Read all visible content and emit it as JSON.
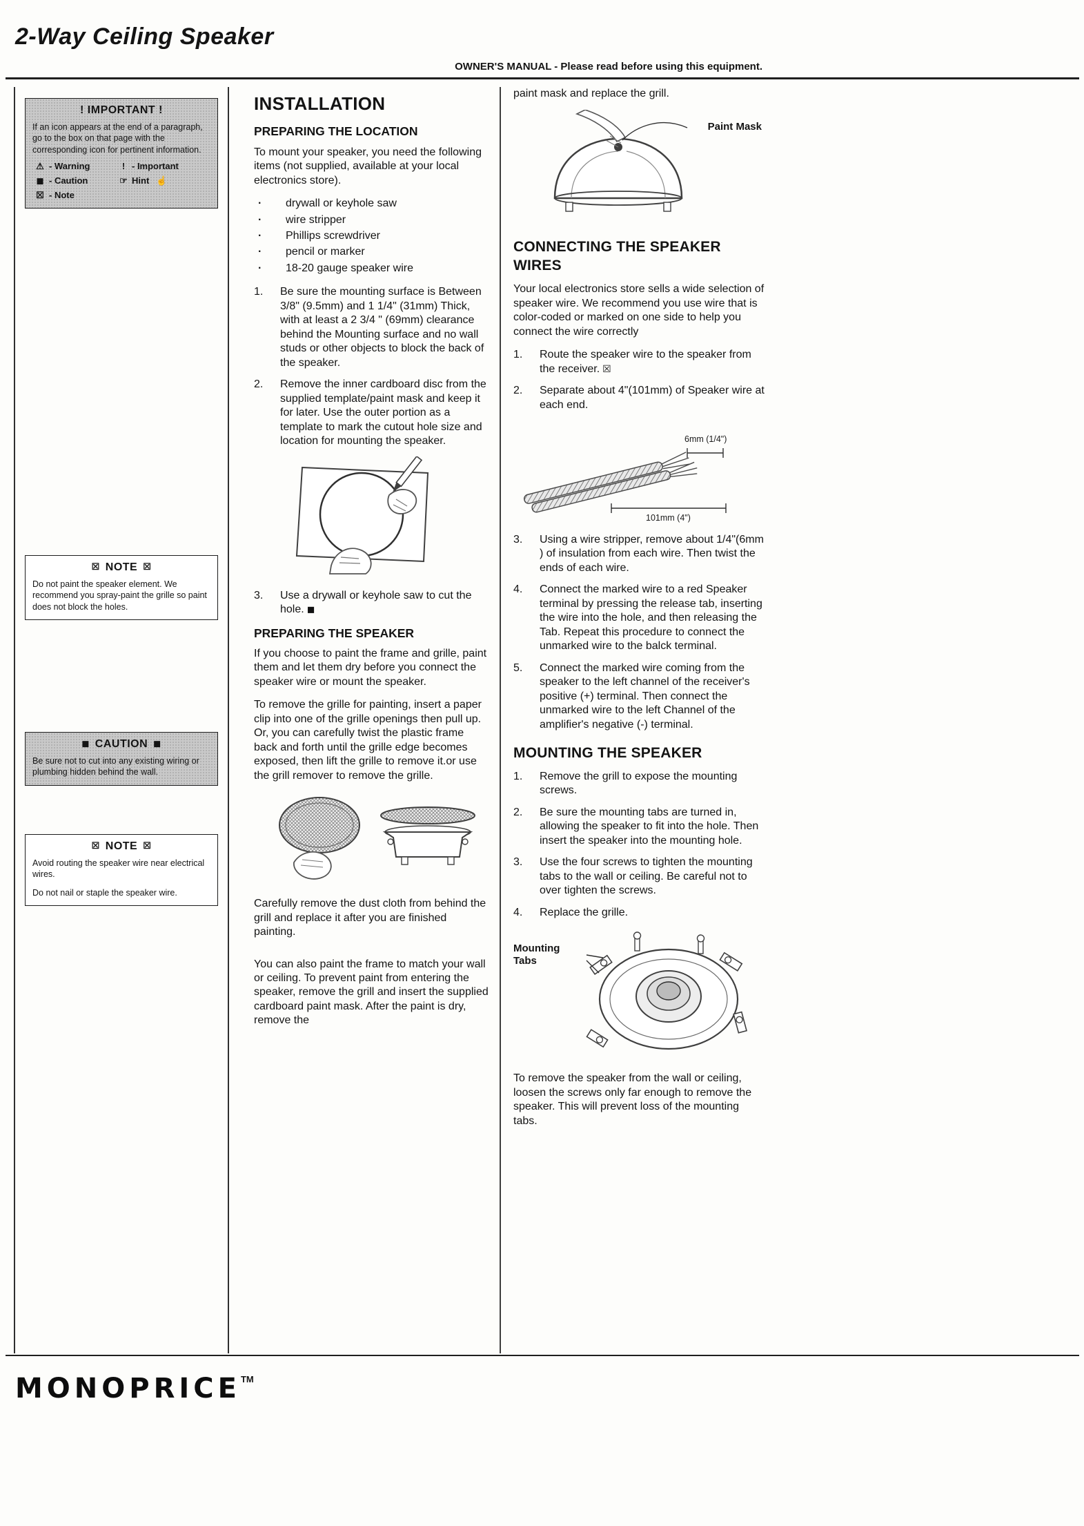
{
  "header": {
    "title": "2-Way Ceiling Speaker",
    "note": "OWNER'S MANUAL - Please read before using this equipment."
  },
  "icons": {
    "warning": "⚠",
    "important": "!",
    "caution": "◼",
    "hint": "☞",
    "note": "☒",
    "hand": "☝"
  },
  "sidebar": {
    "important": {
      "title": "! IMPORTANT !",
      "body": "If an icon appears at the end of a paragraph, go to the box on that page with the corresponding icon for pertinent information.",
      "legend": [
        {
          "l_label": "- Warning",
          "r_label": "- Important"
        },
        {
          "l_label": "- Caution",
          "r_label": "Hint"
        },
        {
          "l_label": "- Note",
          "r_label": ""
        }
      ]
    },
    "note1": {
      "title": "NOTE",
      "body": "Do not paint the speaker element. We recommend you spray-paint the grille so paint does not block the holes."
    },
    "caution": {
      "title": "CAUTION",
      "body": "Be sure not to cut into any existing wiring or plumbing hidden behind the wall."
    },
    "note2": {
      "title": "NOTE",
      "line1": "Avoid routing the speaker wire near electrical wires.",
      "line2": "Do not nail or staple the speaker wire."
    }
  },
  "installation": {
    "heading": "INSTALLATION",
    "sub_location": "PREPARING THE LOCATION",
    "intro": "To mount your speaker, you need the following items (not supplied, available at your local electronics store).",
    "tools": [
      "drywall or keyhole saw",
      "wire stripper",
      "Phillips screwdriver",
      "pencil or marker",
      "18-20 gauge speaker wire"
    ],
    "steps": [
      {
        "num": "1.",
        "text": "Be sure the mounting surface is Between 3/8\" (9.5mm) and 1 1/4\" (31mm) Thick, with at least a 2 3/4 \" (69mm) clearance behind the Mounting surface and no wall studs or other objects to block the back of the speaker."
      },
      {
        "num": "2.",
        "text": "Remove the inner cardboard disc from the supplied template/paint mask and keep it for later. Use the outer portion as a template to mark the cutout hole size and location for mounting the speaker."
      },
      {
        "num": "3.",
        "text": "Use a drywall or keyhole saw to cut the hole."
      }
    ],
    "sub_speaker": "PREPARING THE SPEAKER",
    "para_paint": "If you choose to paint the frame and grille, paint them and let them dry before you connect the speaker wire or mount the speaker.",
    "para_grille": "To remove the grille for painting, insert a paper clip into one of the grille openings then pull up. Or, you can carefully twist the plastic frame back and forth until the grille edge becomes exposed, then lift the grille to remove it.or use the grill remover to remove the grille.",
    "para_dustcloth": "Carefully remove the dust cloth from behind the grill and replace it after you are finished painting.",
    "para_paintmask": "You can also paint the frame to match your wall or ceiling. To prevent paint from entering the speaker, remove the grill and insert the supplied cardboard paint mask. After the paint is dry, remove the"
  },
  "connecting": {
    "lead": "paint mask and replace the grill.",
    "paint_mask_label": "Paint Mask",
    "heading": "CONNECTING THE SPEAKER WIRES",
    "intro": "Your local electronics store sells a wide selection of speaker wire. We recommend you use wire that is color-coded or marked on one side to help you connect the wire correctly",
    "steps": [
      {
        "num": "1.",
        "text": "Route the speaker wire to the speaker from the receiver."
      },
      {
        "num": "2.",
        "text": "Separate about 4\"(101mm) of Speaker wire at each end."
      },
      {
        "num": "3.",
        "text": "Using a wire stripper, remove about 1/4\"(6mm ) of insulation from each wire. Then twist the ends of each wire."
      },
      {
        "num": "4.",
        "text": "Connect the marked wire to a red Speaker terminal by pressing the release tab, inserting the wire into the hole, and then releasing the Tab. Repeat this procedure to connect the unmarked wire to the balck terminal."
      },
      {
        "num": "5.",
        "text": "Connect the marked wire coming from the speaker to the left channel of the receiver's positive (+) terminal. Then connect the unmarked wire to the left Channel of the amplifier's negative (-) terminal."
      }
    ],
    "wire_dim_small": "6mm (1/4\")",
    "wire_dim_large": "101mm (4\")"
  },
  "mounting": {
    "heading": "MOUNTING THE SPEAKER",
    "steps": [
      {
        "num": "1.",
        "text": "Remove the grill to expose the mounting screws."
      },
      {
        "num": "2.",
        "text": "Be sure the mounting tabs are turned in, allowing the speaker to fit into the hole. Then insert the speaker into the mounting hole."
      },
      {
        "num": "3.",
        "text": "Use the four screws to tighten the mounting tabs to the wall or ceiling. Be careful not to over tighten the screws."
      },
      {
        "num": "4.",
        "text": "Replace the grille."
      }
    ],
    "tabs_label": "Mounting Tabs",
    "outro": "To remove the speaker from the wall or ceiling, loosen the screws only far enough to remove the speaker. This will prevent loss of the mounting tabs."
  },
  "footer": {
    "brand": "MONOPRICE",
    "tm": "TM"
  }
}
